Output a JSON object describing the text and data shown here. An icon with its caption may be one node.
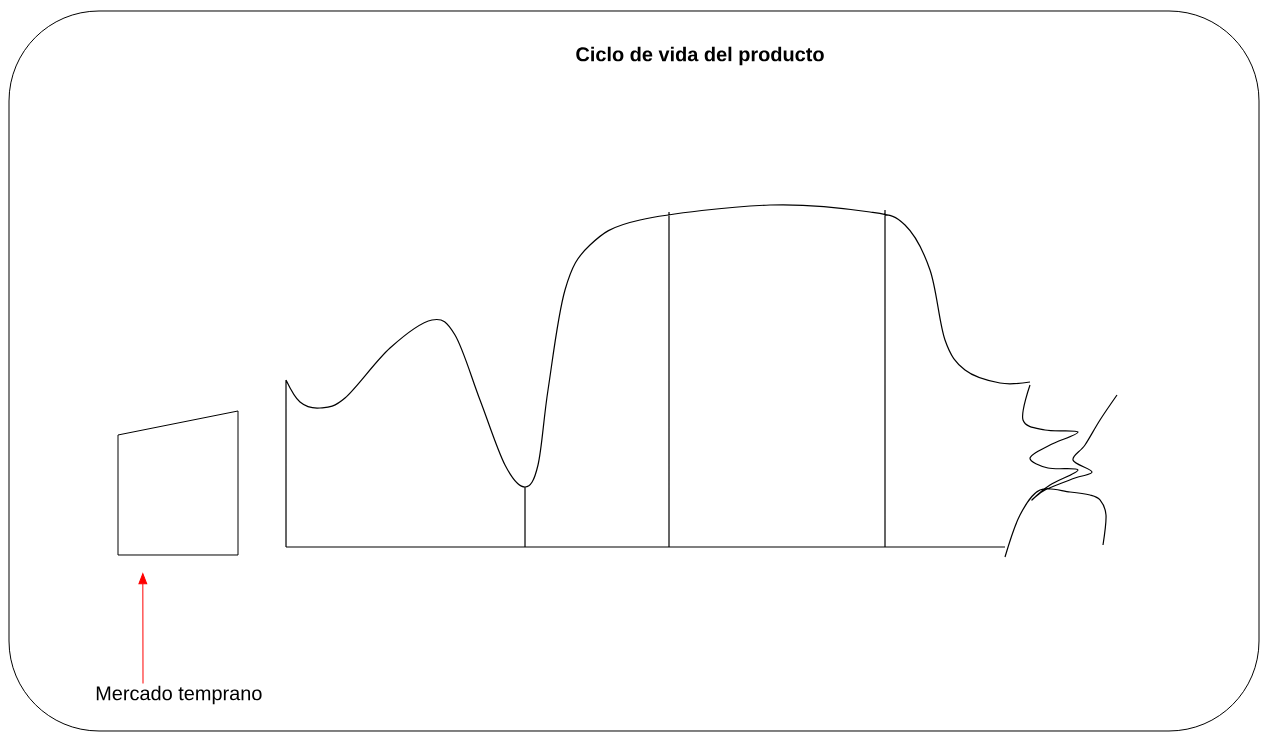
{
  "diagram": {
    "title": "Ciclo de vida del producto",
    "nodes": [
      {
        "text": [],
        "shape": "box"
      },
      {
        "text": [
          "Mercado temprano"
        ]
      }
    ],
    "edges": [
      {
        "from": 1,
        "to": 0,
        "arrow": "to",
        "color": "#ff0000"
      }
    ]
  }
}
